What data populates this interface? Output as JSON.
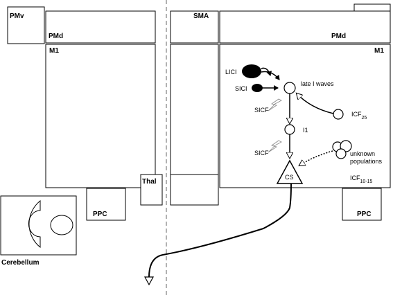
{
  "regions": {
    "pmv": "PMv",
    "pmd": "PMd",
    "m1": "M1",
    "sma": "SMA",
    "thal": "Thal",
    "ppc": "PPC",
    "cerebellum": "Cerebellum"
  },
  "circuit": {
    "lici": "LICI",
    "sici": "SICI",
    "late_i_waves": "late I waves",
    "sicf": "SICF",
    "icf_base": "ICF",
    "icf25_sub": "25",
    "i1": "I1",
    "unknown_line1": "unknown",
    "unknown_line2": "populations",
    "icf1015_sub": "10-15",
    "cs": "CS"
  }
}
